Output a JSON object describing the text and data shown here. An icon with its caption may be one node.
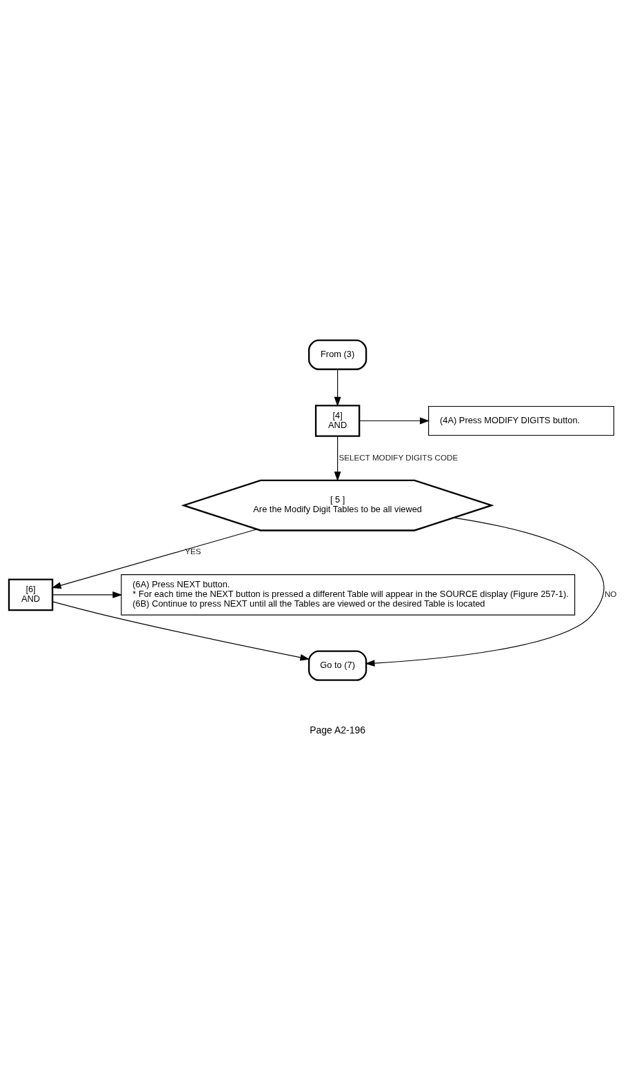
{
  "diagram": {
    "nodes": [
      {
        "text": [
          "From (3)"
        ]
      },
      {
        "text": [
          "[4]",
          "AND"
        ]
      },
      {
        "text": [
          "(4A) Press MODIFY DIGITS button."
        ]
      },
      {
        "text": [
          "[ 5 ]",
          "Are the Modify Digit Tables to be all viewed"
        ]
      },
      {
        "text": [
          "[6]",
          "AND"
        ]
      },
      {
        "text": [
          "(6A) Press NEXT button.",
          "* For each time the NEXT button is pressed a different Table will appear in the SOURCE display (Figure 257-1).",
          "(6B) Continue to press NEXT until all the Tables are viewed or the desired Table is located"
        ]
      },
      {
        "text": [
          "Go to (7)"
        ]
      }
    ],
    "edges": [
      {
        "from": 0,
        "to": 1,
        "arrow": "to"
      },
      {
        "from": 1,
        "to": 2,
        "arrow": "to"
      },
      {
        "from": 1,
        "to": 3,
        "arrow": "to",
        "label": "SELECT MODIFY DIGITS CODE"
      },
      {
        "from": 3,
        "to": 4,
        "arrow": "to",
        "label": "YES"
      },
      {
        "from": 4,
        "to": 5,
        "arrow": "to"
      },
      {
        "from": 4,
        "to": 6,
        "arrow": "to"
      },
      {
        "from": 3,
        "to": 6,
        "arrow": "to",
        "label": "NO"
      }
    ],
    "labels": [
      "Page A2-196"
    ]
  }
}
